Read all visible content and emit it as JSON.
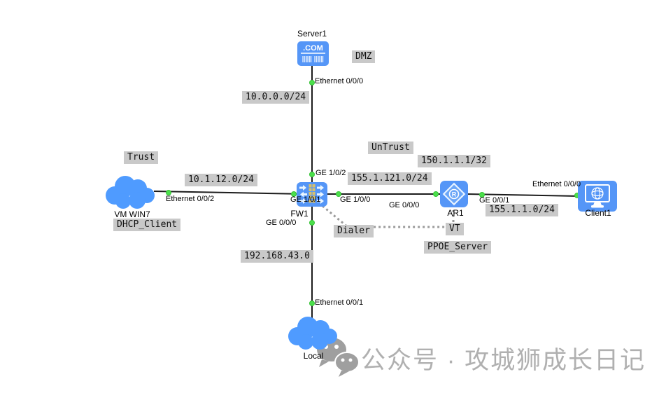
{
  "devices": {
    "server1": {
      "label": "Server1",
      "icon_text": ".COM"
    },
    "fw1": {
      "label": "FW1"
    },
    "ar1": {
      "label": "AR1",
      "icon_letter": "R"
    },
    "client1": {
      "label": "Client1"
    },
    "vm_win7": {
      "label": "VM WIN7"
    },
    "local": {
      "label": "Local"
    }
  },
  "ports": {
    "server1_eth000": "Ethernet 0/0/0",
    "fw1_ge102": "GE 1/0/2",
    "cloud_eth002": "Ethernet 0/0/2",
    "fw1_ge101": "GE 1/0/1",
    "fw1_ge100": "GE 1/0/0",
    "ar1_ge000": "GE 0/0/0",
    "ar1_ge001": "GE 0/0/1",
    "client1_eth000": "Ethernet 0/0/0",
    "fw1_ge000": "GE 0/0/0",
    "local_eth001": "Ethernet 0/0/1"
  },
  "annotations": {
    "dmz": "DMZ",
    "trust": "Trust",
    "untrust": "UnTrust",
    "net_10_0_0": "10.0.0.0/24",
    "net_10_1_12": "10.1.12.0/24",
    "net_150_1_1": "150.1.1.1/32",
    "net_155_121": "155.1.121.0/24",
    "net_155_1_0": "155.1.1.0/24",
    "net_192_168": "192.168.43.0",
    "dhcp_client": "DHCP_Client",
    "dialer": "Dialer",
    "vt": "VT",
    "ppoe_server": "PPOE_Server"
  },
  "watermark": {
    "text": "公众号 · 攻城狮成长日记"
  },
  "colors": {
    "device_blue": "#5596f7",
    "brick_tan": "#d9c06b",
    "label_bg": "#c9c9c9",
    "green_dot": "#4ce04c",
    "link_black": "#1c1c1c",
    "dotted_gray": "#9a9a9a",
    "watermark_gray": "#b0b0b0"
  }
}
